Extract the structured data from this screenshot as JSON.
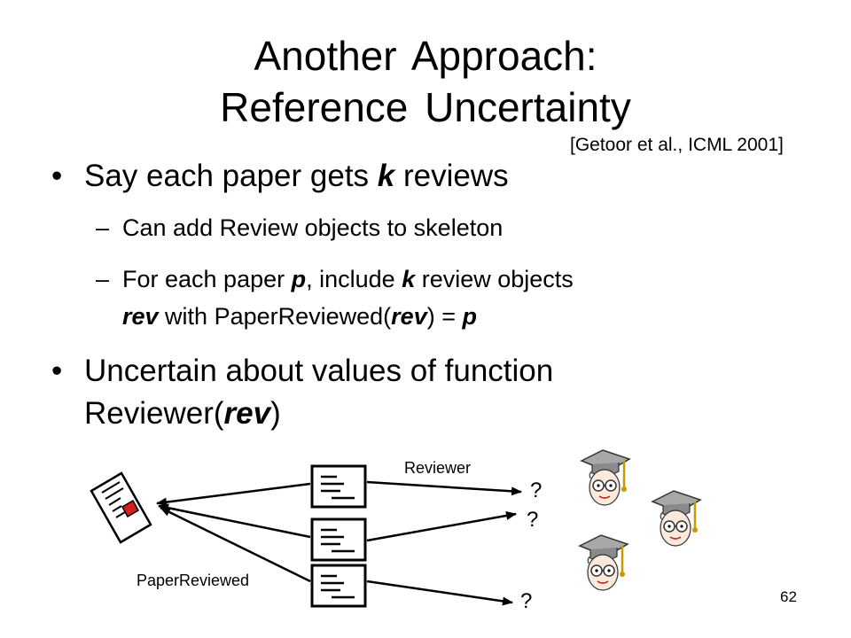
{
  "title": {
    "line1": "Another Approach:",
    "line2": "Reference Uncertainty"
  },
  "citation": "[Getoor et al., ICML 2001]",
  "bullets": {
    "b1": {
      "bullet": "•",
      "pre": "Say each paper gets ",
      "k": "k",
      "post": " reviews"
    },
    "s1": {
      "dash": "–",
      "text": "Can add Review objects to skeleton"
    },
    "s2": {
      "dash": "–",
      "pre": "For each paper ",
      "p": "p",
      "mid": ", include ",
      "k": "k",
      "post": " review objects",
      "rev1": "rev",
      "with": " with PaperReviewed(",
      "rev2": "rev",
      "eq": ") = ",
      "p2": "p"
    },
    "b2": {
      "bullet": "•",
      "line1": "Uncertain about values of function",
      "pre2": "Reviewer(",
      "rev": "rev",
      "post2": ")"
    }
  },
  "diagram": {
    "reviewer_label": "Reviewer",
    "paper_reviewed_label": "PaperReviewed",
    "question_marks": [
      "?",
      "?",
      "?"
    ],
    "icons": [
      "paper-icon",
      "review-icon",
      "professor-icon"
    ],
    "colors": {
      "paper_accent": "#d42020",
      "cap": "#9b9b9b"
    }
  },
  "page_number": "62"
}
